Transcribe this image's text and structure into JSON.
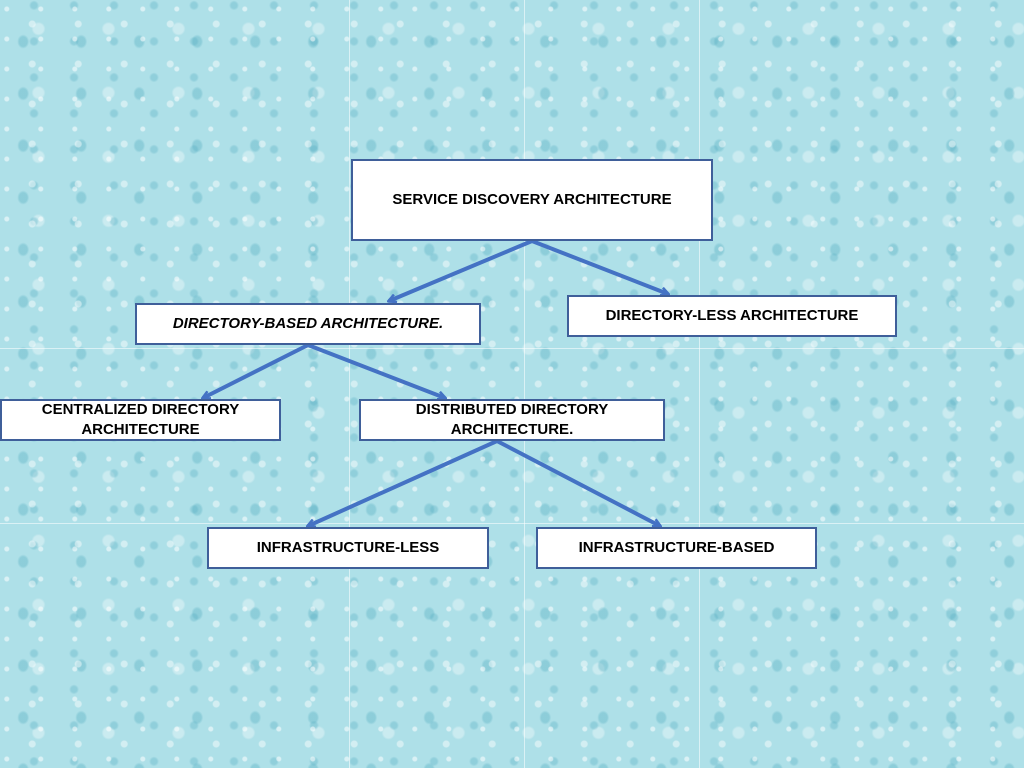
{
  "diagram": {
    "nodes": {
      "root": "SERVICE DISCOVERY ARCHITECTURE",
      "directory_based": "DIRECTORY-BASED ARCHITECTURE.",
      "directory_less": "DIRECTORY-LESS ARCHITECTURE",
      "centralized": [
        "CENTRALIZED DIRECTORY",
        "ARCHITECTURE"
      ],
      "distributed": [
        "DISTRIBUTED DIRECTORY",
        "ARCHITECTURE."
      ],
      "infrastructure_less": "INFRASTRUCTURE-LESS",
      "infrastructure_based": "INFRASTRUCTURE-BASED"
    },
    "edges": [
      [
        "root",
        "directory_based"
      ],
      [
        "root",
        "directory_less"
      ],
      [
        "directory_based",
        "centralized"
      ],
      [
        "directory_based",
        "distributed"
      ],
      [
        "distributed",
        "infrastructure_less"
      ],
      [
        "distributed",
        "infrastructure_based"
      ]
    ],
    "colors": {
      "arrow": "#4472c4",
      "box_border": "#3f5f9a",
      "box_fill": "#ffffff",
      "background": "#aee0e8"
    }
  }
}
